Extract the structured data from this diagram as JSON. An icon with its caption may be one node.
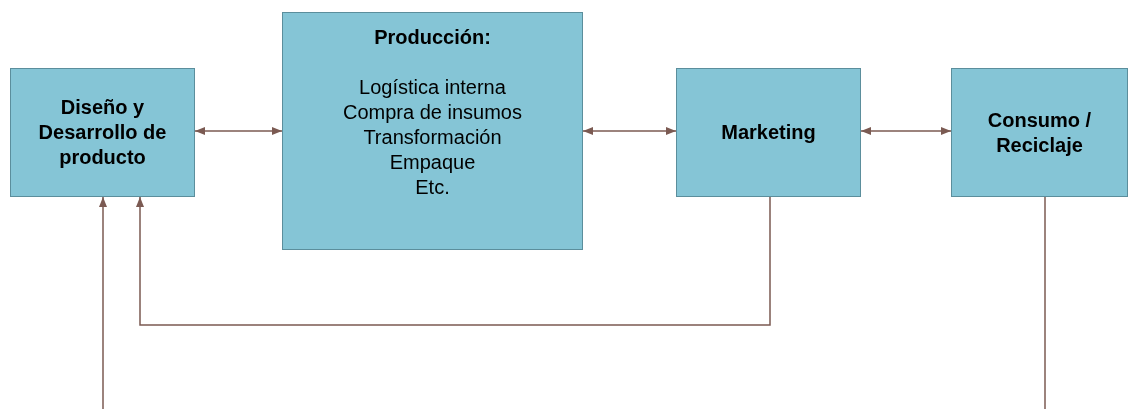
{
  "diagram": {
    "nodes": [
      {
        "text": [
          "Diseño y Desarrollo de producto"
        ]
      },
      {
        "text": [
          "Producción:",
          "Logística interna",
          "Compra de insumos",
          "Transformación",
          "Empaque",
          "Etc."
        ]
      },
      {
        "text": [
          "Marketing"
        ]
      },
      {
        "text": [
          "Consumo / Reciclaje"
        ]
      }
    ],
    "edges": [
      {
        "from": 0,
        "to": 1,
        "arrow": "both"
      },
      {
        "from": 1,
        "to": 2,
        "arrow": "both"
      },
      {
        "from": 2,
        "to": 3,
        "arrow": "both"
      },
      {
        "from": 2,
        "to": 0,
        "arrow": "to"
      },
      {
        "from": null,
        "to": 0,
        "arrow": "to"
      },
      {
        "from": 3,
        "to": null,
        "arrow": "none"
      }
    ]
  }
}
